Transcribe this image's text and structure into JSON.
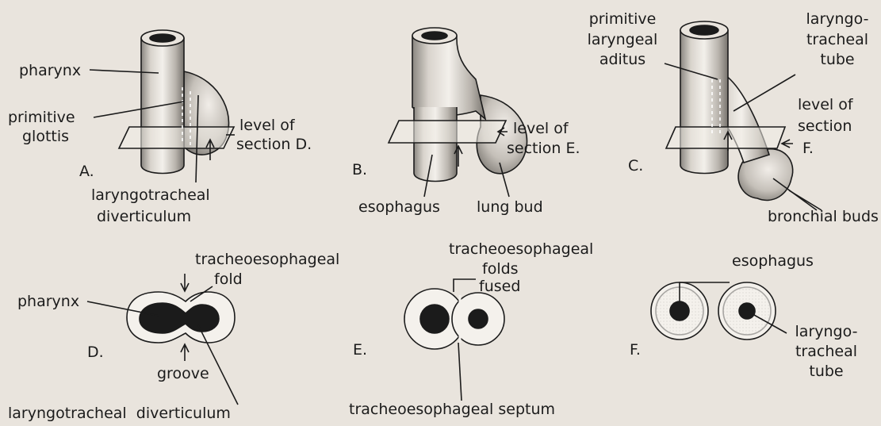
{
  "panels": {
    "A": {
      "letter": "A.",
      "pharynx": "pharynx",
      "glottis_1": "primitive",
      "glottis_2": "glottis",
      "level_1": "level of",
      "level_2": "section D.",
      "div_1": "laryngotracheal",
      "div_2": "diverticulum"
    },
    "B": {
      "letter": "B.",
      "level_1": "level of",
      "level_2": "section E.",
      "esophagus": "esophagus",
      "lung_bud": "lung bud"
    },
    "C": {
      "letter": "C.",
      "aditus_1": "primitive",
      "aditus_2": "laryngeal",
      "aditus_3": "aditus",
      "tube_1": "laryngo-",
      "tube_2": "tracheal",
      "tube_3": "tube",
      "level_1": "level of",
      "level_2": "section",
      "level_3": "F.",
      "bronchial": "bronchial buds"
    },
    "D": {
      "letter": "D.",
      "fold_1": "tracheoesophageal",
      "fold_2": "fold",
      "pharynx": "pharynx",
      "groove": "groove",
      "diverticulum": "laryngotracheal  diverticulum"
    },
    "E": {
      "letter": "E.",
      "folds_1": "tracheoesophageal",
      "folds_2": "folds",
      "folds_3": "fused",
      "septum": "tracheoesophageal septum"
    },
    "F": {
      "letter": "F.",
      "esophagus": "esophagus",
      "tube_1": "laryngo-",
      "tube_2": "tracheal",
      "tube_3": "tube"
    }
  },
  "colors": {
    "background": "#e9e4dd",
    "ink": "#1b1b1b",
    "tissue": "#f4f1ec",
    "shade": "#8a8680"
  }
}
